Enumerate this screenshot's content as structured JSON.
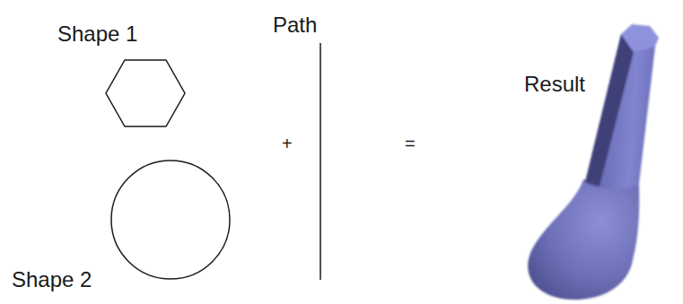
{
  "diagram": {
    "labels": [
      "Shape 1",
      "Path",
      "Result",
      "+",
      "=",
      "Shape 2"
    ]
  }
}
